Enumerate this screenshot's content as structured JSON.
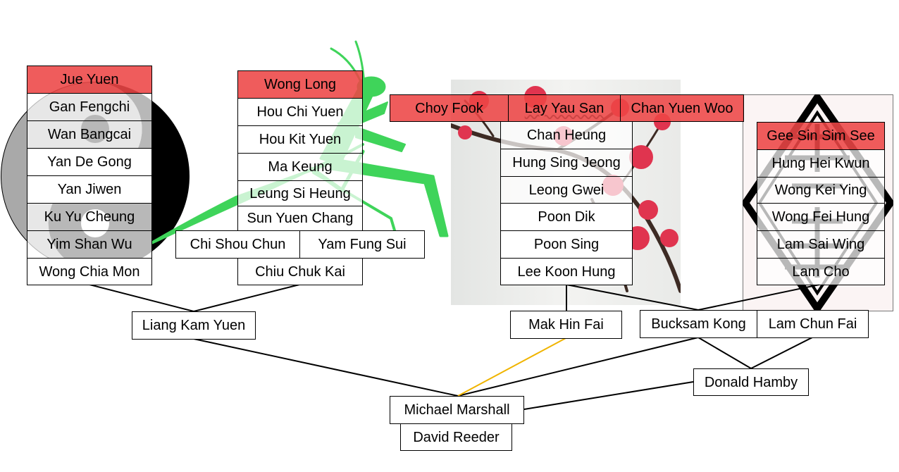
{
  "colors": {
    "header": "#ed4646",
    "connector": "#000000",
    "highlight_connector": "#f0b400",
    "mantis": "#3fd45a"
  },
  "decorations": [
    "yin-yang-icon",
    "mantis-icon",
    "plum-blossom-image",
    "hung-gar-emblem-icon"
  ],
  "lineages": {
    "left": {
      "names": [
        "Jue Yuen",
        "Gan Fengchi",
        "Wan Bangcai",
        "Yan De Gong",
        "Yan Jiwen",
        "Ku Yu Cheung",
        "Yim Shan Wu",
        "Wong Chia Mon"
      ]
    },
    "mantis": {
      "names": [
        "Wong Long",
        "Hou Chi Yuen",
        "Hou Kit Yuen",
        "Ma Keung",
        "Leung Si Heung",
        "Sun Yuen Chang"
      ],
      "pair": [
        "Chi Shou Chun",
        "Yam Fung Sui"
      ],
      "last": "Chiu Chuk Kai"
    },
    "choy_li_fut": {
      "founders": [
        "Choy Fook",
        "Lay Yau San",
        "Chan Yuen Woo"
      ],
      "names": [
        "Chan Heung",
        "Hung Sing Jeong",
        "Leong Gwei",
        "Poon Dik",
        "Poon Sing",
        "Lee Koon Hung"
      ]
    },
    "hung_gar": {
      "names": [
        "Gee Sin Sim See",
        "Hung Hei Kwun",
        "Wong Kei Ying",
        "Wong Fei Hung",
        "Lam Sai Wing",
        "Lam Cho"
      ]
    }
  },
  "teachers": {
    "liang": "Liang Kam Yuen",
    "mak": "Mak Hin Fai",
    "bucksam": "Bucksam Kong",
    "lam_chun": "Lam Chun Fai",
    "hamby": "Donald Hamby",
    "marshall": "Michael Marshall",
    "reeder": "David Reeder"
  }
}
